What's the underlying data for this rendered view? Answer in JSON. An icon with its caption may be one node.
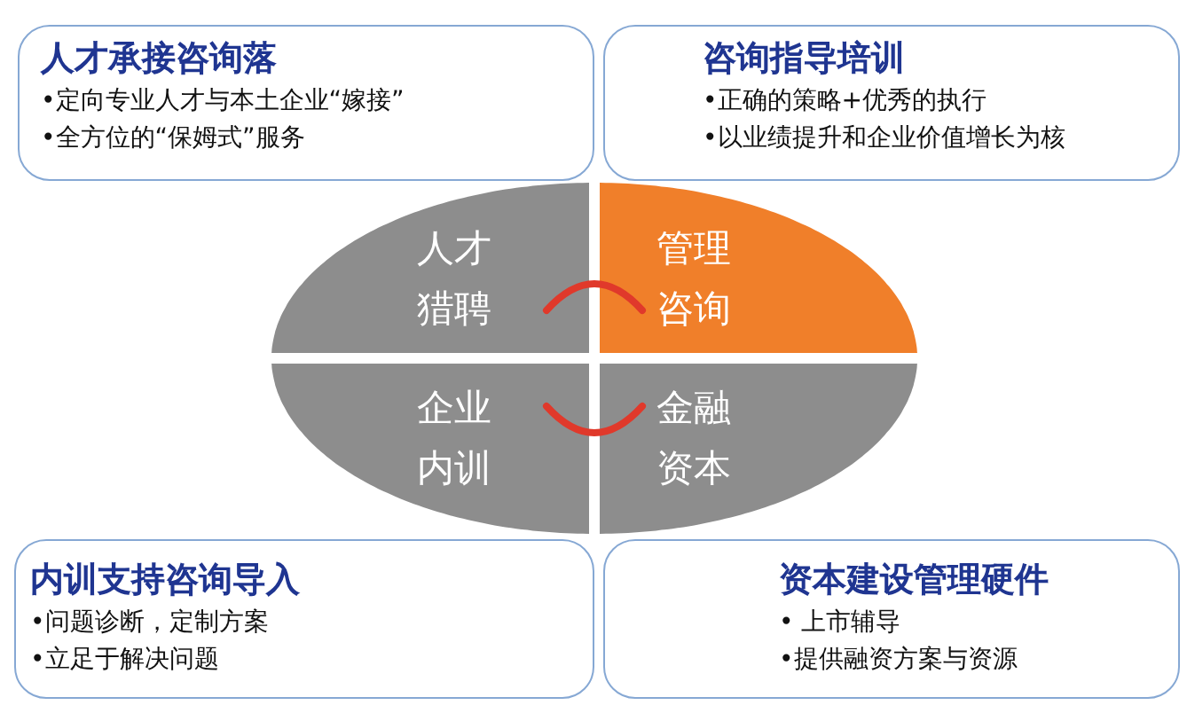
{
  "diagram": {
    "nodes": [
      {
        "text": [
          "人才承接咨询落",
          "•定向专业人才与本土企业“嫁接”",
          "•全方位的“保姆式”服务"
        ]
      },
      {
        "text": [
          "咨询指导培训",
          "•正确的策略+优秀的执行",
          "•以业绩提升和企业价值增长为核"
        ]
      },
      {
        "text": [
          "人才猎聘"
        ]
      },
      {
        "text": [
          "管理咨询"
        ]
      },
      {
        "text": [
          "企业内训"
        ]
      },
      {
        "text": [
          "金融资本"
        ]
      },
      {
        "text": [
          "内训支持咨询导入",
          "•问题诊断，定制方案",
          "•立足于解决问题"
        ]
      },
      {
        "text": [
          "资本建设管理硬件",
          "• 上市辅导",
          "•提供融资方案与资源"
        ]
      }
    ],
    "edges": [
      {
        "from": 2,
        "to": 3,
        "arrow": "none"
      },
      {
        "from": 4,
        "to": 5,
        "arrow": "none"
      }
    ]
  }
}
